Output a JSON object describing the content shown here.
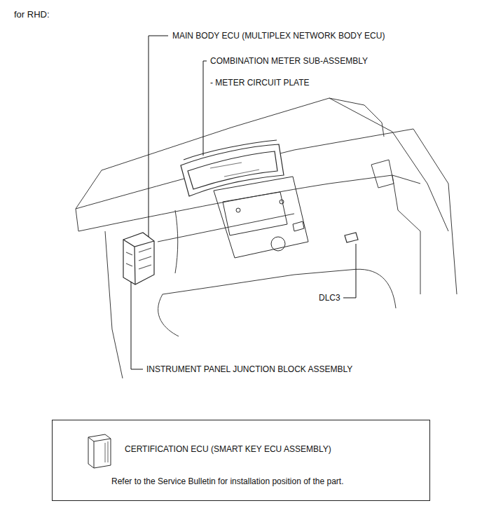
{
  "diagram": {
    "title": "for RHD:",
    "nodes": [
      {
        "text": [
          "CERTIFICATION ECU (SMART KEY ECU ASSEMBLY)",
          "Refer to the Service Bulletin for installation position of the part."
        ]
      }
    ],
    "labels": [
      "MAIN BODY ECU (MULTIPLEX NETWORK BODY ECU)",
      "COMBINATION METER SUB-ASSEMBLY",
      "- METER CIRCUIT PLATE",
      "DLC3",
      "INSTRUMENT PANEL JUNCTION BLOCK ASSEMBLY"
    ]
  }
}
